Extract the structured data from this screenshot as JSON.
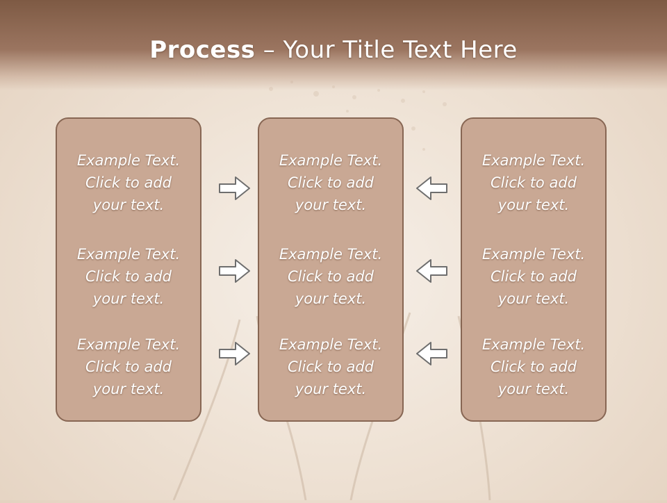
{
  "title": {
    "bold": "Process",
    "rest": " – Your Title Text Here"
  },
  "panels": [
    {
      "items": [
        {
          "line1": "Example Text.",
          "line2": "Click  to add",
          "line3": "your text."
        },
        {
          "line1": "Example Text.",
          "line2": "Click  to add",
          "line3": "your text."
        },
        {
          "line1": "Example Text.",
          "line2": "Click  to add",
          "line3": "your text."
        }
      ]
    },
    {
      "items": [
        {
          "line1": "Example Text.",
          "line2": "Click  to add",
          "line3": "your text."
        },
        {
          "line1": "Example Text.",
          "line2": "Click  to add",
          "line3": "your text."
        },
        {
          "line1": "Example Text.",
          "line2": "Click  to add",
          "line3": "your text."
        }
      ]
    },
    {
      "items": [
        {
          "line1": "Example Text.",
          "line2": "Click  to add",
          "line3": "your text."
        },
        {
          "line1": "Example Text.",
          "line2": "Click  to add",
          "line3": "your text."
        },
        {
          "line1": "Example Text.",
          "line2": "Click  to add",
          "line3": "your text."
        }
      ]
    }
  ],
  "arrows": {
    "left_group": "arrow-right-icon",
    "right_group": "arrow-left-icon"
  },
  "colors": {
    "title_bar": "#8b6550",
    "panel_fill": "#c9a894",
    "panel_border": "#876653",
    "arrow_stroke": "#6e6e6e"
  }
}
